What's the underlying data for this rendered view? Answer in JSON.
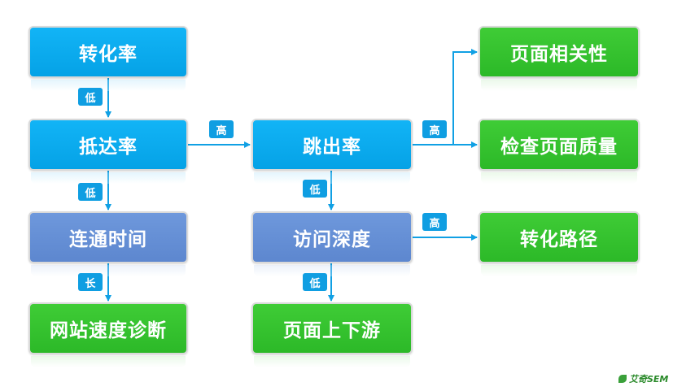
{
  "nodes": {
    "conversion_rate": "转化率",
    "arrival_rate": "抵达率",
    "connect_time": "连通时间",
    "site_speed": "网站速度诊断",
    "bounce_rate": "跳出率",
    "visit_depth": "访问深度",
    "page_flow": "页面上下游",
    "page_relevance": "页面相关性",
    "check_page_quality": "检查页面质量",
    "conversion_path": "转化路径"
  },
  "tags": {
    "conv_to_arrival": "低",
    "arrival_to_connect": "低",
    "connect_to_speed": "长",
    "arrival_to_bounce": "高",
    "bounce_branch": "高",
    "bounce_to_depth": "低",
    "depth_to_path": "高",
    "depth_to_flow": "低"
  },
  "logo": {
    "text": "艾奇SEM"
  },
  "colors": {
    "blue": "#0aa9ee",
    "slate": "#6690d6",
    "green": "#34c22f",
    "connector": "#10a0e4"
  }
}
